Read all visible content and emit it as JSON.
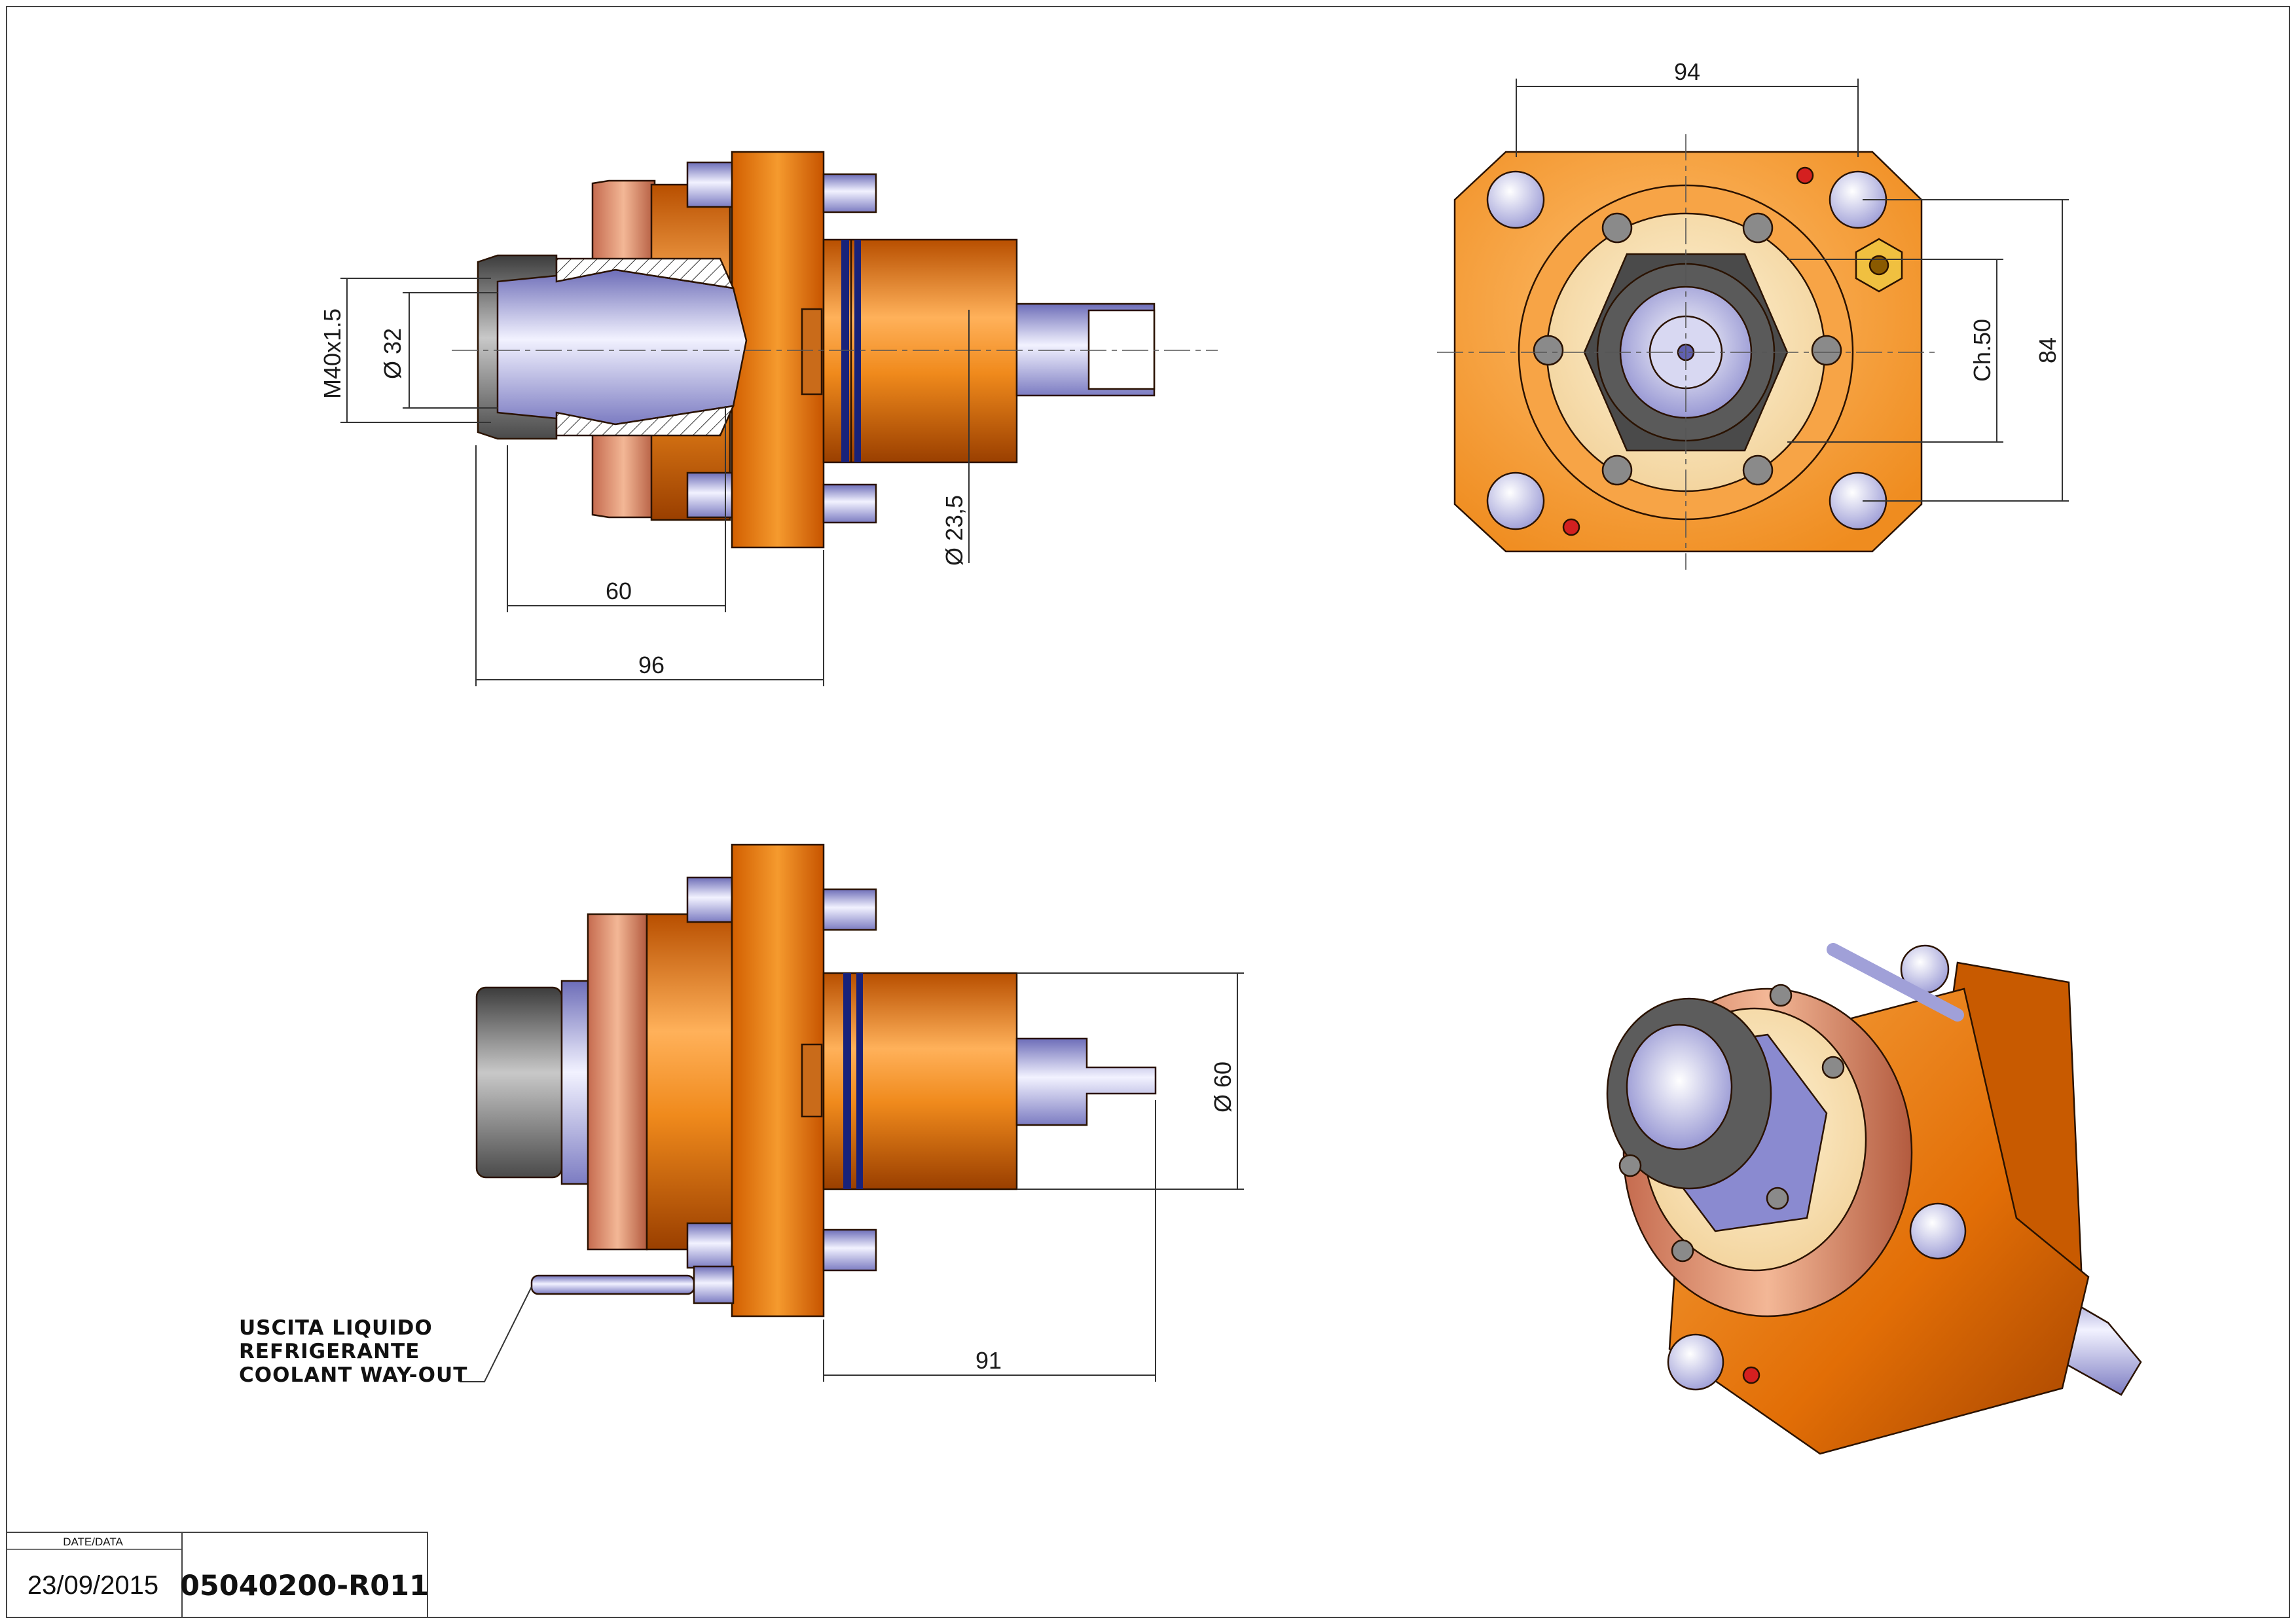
{
  "dimensions": {
    "thread": "M40x1.5",
    "bore_diameter": "32",
    "pilot_diameter": "23,5",
    "collet_to_flange": "60",
    "overall_length_front": "96",
    "flange_width": "94",
    "hex_across_flats": "Ch.50",
    "flange_height": "84",
    "body_diameter": "60",
    "shank_length": "91"
  },
  "note_lines": [
    "USCITA LIQUIDO",
    "REFRIGERANTE",
    "COOLANT WAY-OUT"
  ],
  "title_block": {
    "date_label": "DATE/DATA",
    "date_value": "23/09/2015",
    "part_number": "05040200-R011"
  },
  "colors": {
    "orange_body": "#e8780f",
    "orange_flange": "#f5a033",
    "copper_ring": "#d9876a",
    "steel_blue": "#9a9ad8",
    "collet_gray": "#6e6e6e",
    "line": "#333333"
  }
}
